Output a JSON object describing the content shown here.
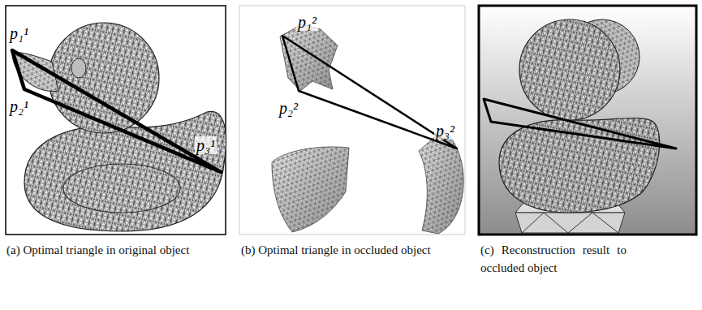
{
  "diagram": {
    "labels": [
      "p₁¹",
      "p₂¹",
      "p₃¹",
      "p₁²",
      "p₂²",
      "p₃²",
      "(a) Optimal triangle in original object",
      "(b) Optimal triangle in occluded object",
      "(c) Reconstruction result to occluded object"
    ]
  }
}
